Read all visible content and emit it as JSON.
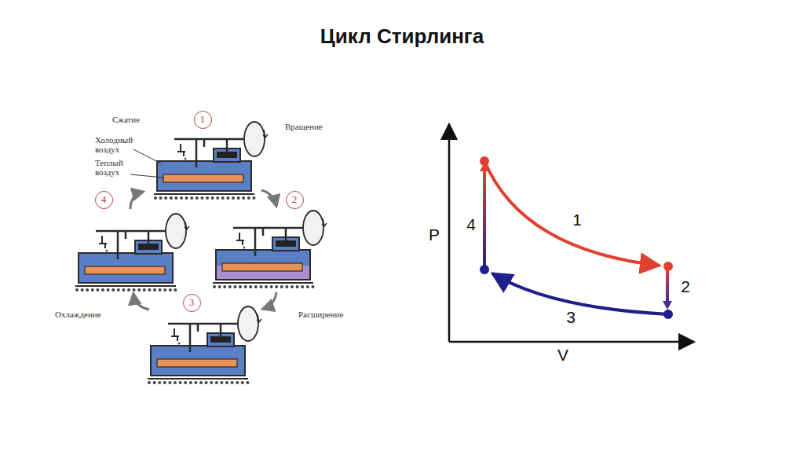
{
  "diagram": {
    "title": "Цикл Стирлинга",
    "nodes": [
      {
        "text": [
          "1"
        ]
      },
      {
        "text": [
          "2"
        ]
      },
      {
        "text": [
          "3"
        ]
      },
      {
        "text": [
          "4"
        ]
      }
    ],
    "labels": [
      "Сжатие",
      "Холодный воздух",
      "Теплый воздух",
      "Вращение",
      "Охлаждение",
      "Расширение",
      "P",
      "V",
      "1",
      "2",
      "3",
      "4"
    ]
  }
}
